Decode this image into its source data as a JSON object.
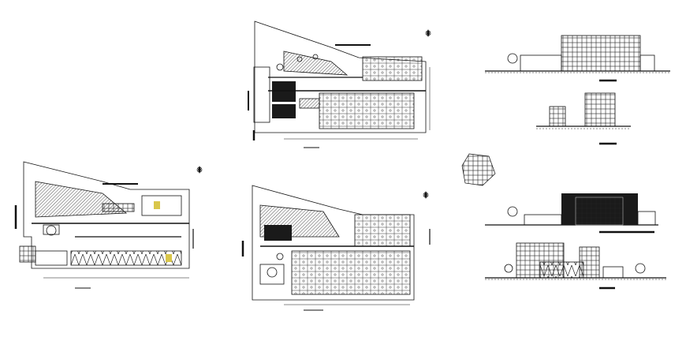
{
  "sheet": {
    "caption": "",
    "line_color": "#111111",
    "fill_color": "#1a1a1a",
    "accent_color": "#d9c64a",
    "background": "#ffffff"
  },
  "drawings": [
    {
      "id": "plan-a",
      "kind": "floor-plan"
    },
    {
      "id": "plan-b",
      "kind": "floor-plan"
    },
    {
      "id": "plan-c",
      "kind": "floor-plan"
    },
    {
      "id": "section-1",
      "kind": "section"
    },
    {
      "id": "section-2",
      "kind": "section"
    },
    {
      "id": "site-plan",
      "kind": "site-key-plan"
    },
    {
      "id": "elevation-1",
      "kind": "elevation"
    },
    {
      "id": "elevation-2",
      "kind": "elevation"
    }
  ],
  "north_arrow_icon": "north-arrow-icon"
}
